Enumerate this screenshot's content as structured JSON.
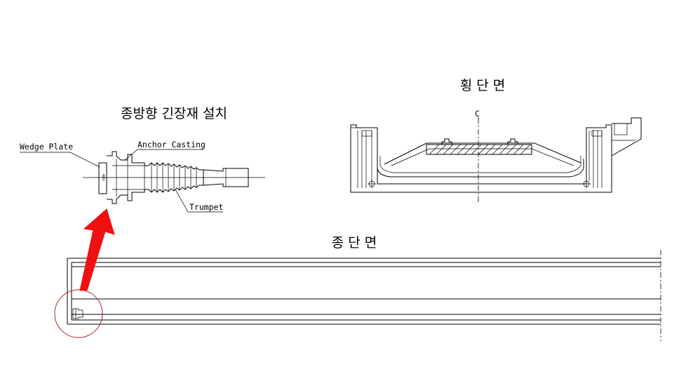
{
  "titles": {
    "detail": "종방향 긴장재 설치",
    "cross_section": "횡 단 면",
    "longitudinal_section": "종 단 면"
  },
  "labels": {
    "wedge_plate": "Wedge Plate",
    "anchor_casting": "Anchor Casting",
    "trumpet": "Trumpet",
    "centerline": "C",
    "centerline_sub": "L"
  },
  "colors": {
    "line": "#000000",
    "arrow": "#ee1111",
    "circle": "#b22222"
  }
}
